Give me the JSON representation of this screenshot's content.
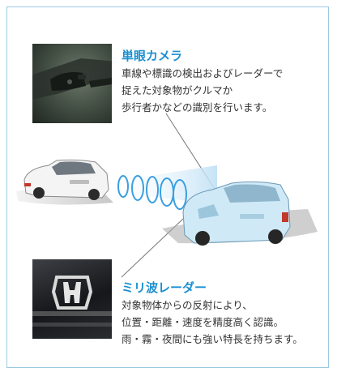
{
  "camera": {
    "title": "単眼カメラ",
    "lines": [
      "車線や標識の検出およびレーダーで",
      "捉えた対象物がクルマか",
      "歩行者かなどの識別を行います。"
    ]
  },
  "radar": {
    "title": "ミリ波レーダー",
    "lines": [
      "対象物体からの反射により、",
      "位置・距離・速度を精度高く認識。",
      "雨・霧・夜間にも強い特長を持ちます。"
    ]
  },
  "colors": {
    "accent": "#1b8fd0",
    "frame": "#9cc9e2",
    "text": "#333333",
    "wave": "#3aa0e0"
  },
  "icons": {
    "emblem": "honda-emblem-icon"
  }
}
